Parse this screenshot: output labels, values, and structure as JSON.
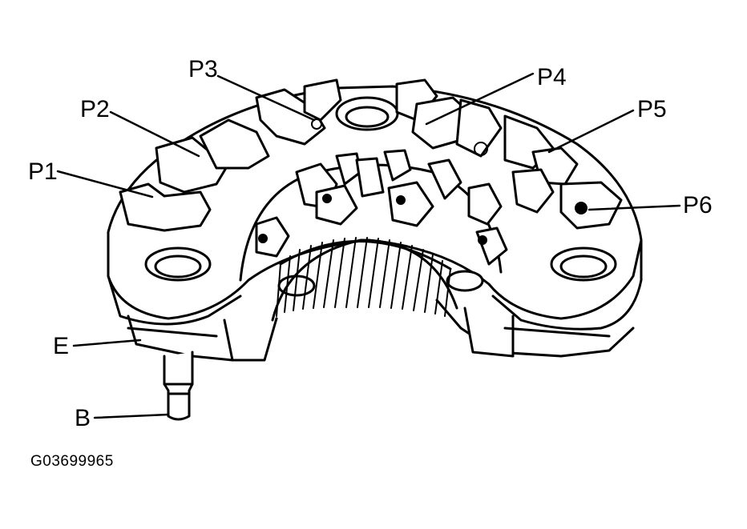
{
  "diagram": {
    "figure_id": "G03699965",
    "labels": {
      "p1": "P1",
      "p2": "P2",
      "p3": "P3",
      "p4": "P4",
      "p5": "P5",
      "p6": "P6",
      "e": "E",
      "b": "B"
    },
    "colors": {
      "ink": "#000000",
      "paper": "#ffffff",
      "shade": "#d9d9d9"
    }
  }
}
